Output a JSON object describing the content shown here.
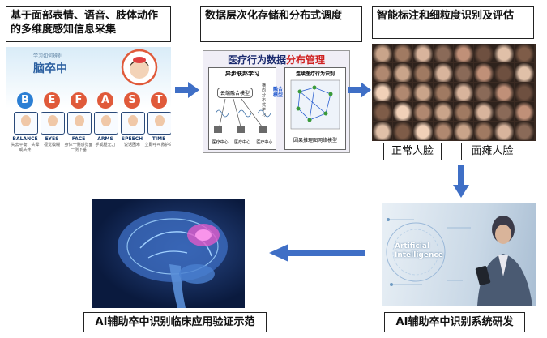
{
  "steps": {
    "s1": "基于面部表情、语音、肢体动作的多维度感知信息采集",
    "s2": "数据层次化存储和分布式调度",
    "s3": "智能标注和细粒度识别及评估",
    "s4": "AI辅助卒中识别系统研发",
    "s5": "AI辅助卒中识别临床应用验证示范"
  },
  "stroke_panel": {
    "header": "学习如何辨别",
    "title": "脑卒中",
    "letters": [
      "B",
      "E",
      "F",
      "A",
      "S",
      "T"
    ],
    "words": [
      "BALANCE",
      "EYES",
      "FACE",
      "ARMS",
      "SPEECH",
      "TIME"
    ],
    "subs": [
      "失去平衡、头晕或头疼",
      "视觉模糊",
      "身体一侧感觉面一侧下垂",
      "手或腿无力",
      "说话困难",
      "立即呼叫救护车"
    ],
    "colors": [
      "#2b7fd4",
      "#e05a3a",
      "#e05a3a",
      "#e05a3a",
      "#e05a3a",
      "#e05a3a"
    ]
  },
  "data_panel": {
    "title_a": "医疗行为数据",
    "title_b": "分布管理",
    "left_title": "异步联邦学习",
    "cloud": "云端融合模型",
    "fusion": "融合模型",
    "right_title": "连续医疗行为识别",
    "side_text": "横向分布式学习",
    "centers": [
      "医疗中心",
      "医疗中心",
      "医疗中心"
    ],
    "bottom": "因果推理图网络模型"
  },
  "labels": {
    "normal": "正常人脸",
    "palsy": "面瘫人脸"
  },
  "ai_panel": {
    "line1": "Artificial",
    "line2": "Intelligence"
  }
}
